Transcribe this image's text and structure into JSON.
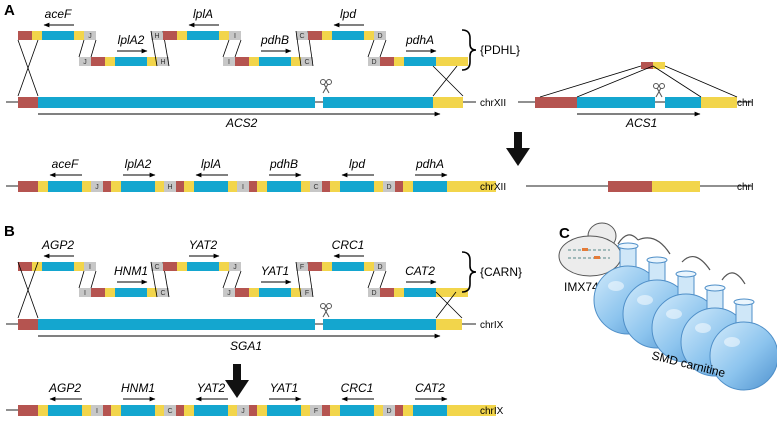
{
  "colors": {
    "red": "#b55450",
    "yellow": "#f2d54b",
    "cyan": "#14a6cf",
    "grey": "#c7c7c7",
    "line": "#222222",
    "flask": "#8cc4ee"
  },
  "panels": {
    "a": "A",
    "b": "B",
    "c": "C"
  },
  "panelA": {
    "brace_label": "{PDHL}",
    "chromosome": "chrXII",
    "chromosome2": "chrI",
    "target_gene": "ACS2",
    "target_gene2": "ACS1",
    "fragments": [
      "aceF",
      "lplA2",
      "lplA",
      "pdhB",
      "lpd",
      "pdhA"
    ],
    "sites": [
      "J",
      "H",
      "I",
      "C",
      "D"
    ],
    "result_genes": [
      "aceF",
      "lplA2",
      "lplA",
      "pdhB",
      "lpd",
      "pdhA"
    ]
  },
  "panelB": {
    "brace_label": "{CARN}",
    "chromosome": "chrIX",
    "target_gene": "SGA1",
    "fragments": [
      "AGP2",
      "HNM1",
      "YAT2",
      "YAT1",
      "CRC1",
      "CAT2"
    ],
    "sites": [
      "I",
      "C",
      "J",
      "F",
      "D"
    ],
    "result_genes": [
      "AGP2",
      "HNM1",
      "YAT2",
      "YAT1",
      "CRC1",
      "CAT2"
    ]
  },
  "panelC": {
    "strain": "IMX745",
    "medium": "SMD carnitine"
  },
  "icons": [
    "scissors-icon",
    "down-arrow-icon",
    "yeast-cell-icon",
    "shake-flask-icon"
  ]
}
